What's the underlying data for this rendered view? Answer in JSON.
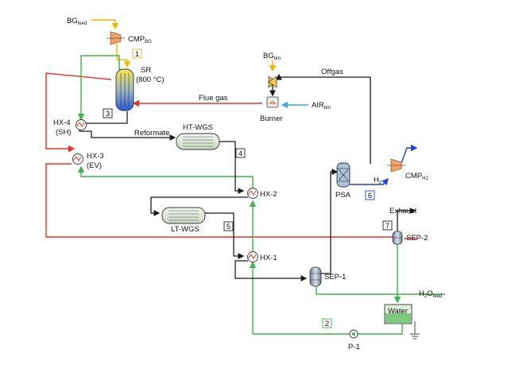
{
  "colors": {
    "red": "#e8302c",
    "green": "#3cb54a",
    "black": "#1a1a1a",
    "blue": "#1f3fe0",
    "lightblue": "#3ba9e0",
    "yellow": "#f2b705",
    "orange": "#f4a26a",
    "box_yellow": "#e3b52a",
    "box_green": "#3cb54a",
    "box_blue": "#1f3fe0"
  },
  "labels": {
    "bg_feed": "BG",
    "bg_feed_sub": "feed",
    "cmp_bg": "CMP",
    "cmp_bg_sub": "BG",
    "sr": "SR",
    "sr_temp": "(800 °C)",
    "bg_bm": "BG",
    "bg_bm_sub": "bm",
    "offgas": "Offgas",
    "flue_gas": "Flue gas",
    "air_bm": "AIR",
    "air_bm_sub": "bm",
    "burner": "Burner",
    "hx4": "HX-4",
    "hx4_sub": "(SH)",
    "hx3": "HX-3",
    "hx3_sub": "(EV)",
    "reformate": "Reformate",
    "ht_wgs": "HT-WGS",
    "lt_wgs": "LT-WGS",
    "hx2": "HX-2",
    "hx1": "HX-1",
    "psa": "PSA",
    "h2": "H",
    "h2_sub": "2",
    "cmp_h2": "CMP",
    "cmp_h2_sub": "H2",
    "exhaust": "Exhaust",
    "sep2": "SEP-2",
    "sep1": "SEP-1",
    "h2o_feed": "H",
    "h2o_feed_2": "2",
    "h2o_feed_o": "O",
    "h2o_feed_sub": "feed",
    "water": "Water",
    "p1": "P-1"
  },
  "stream_numbers": [
    "1",
    "2",
    "3",
    "4",
    "5",
    "6",
    "7"
  ]
}
